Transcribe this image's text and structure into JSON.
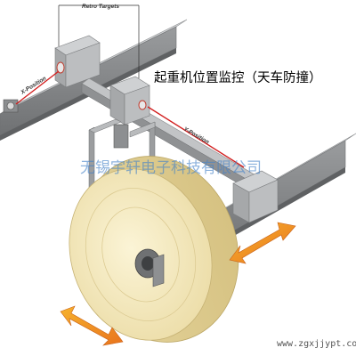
{
  "labels": {
    "retro_targets": "Retro Targets",
    "x_position": "X-Position",
    "y_position": "Y-Position"
  },
  "title": "起重机位置监控（天车防撞）",
  "watermark": "无锡宇轩电子科技有限公司",
  "site": "www.zgxjjypt.com",
  "colors": {
    "rail": "#a7a9ab",
    "wheel": "#f2e6b8",
    "arrow_start": "#f6b22e",
    "arrow_end": "#e9731c",
    "laser": "#d21f1f",
    "watermark": "#4682c8"
  }
}
